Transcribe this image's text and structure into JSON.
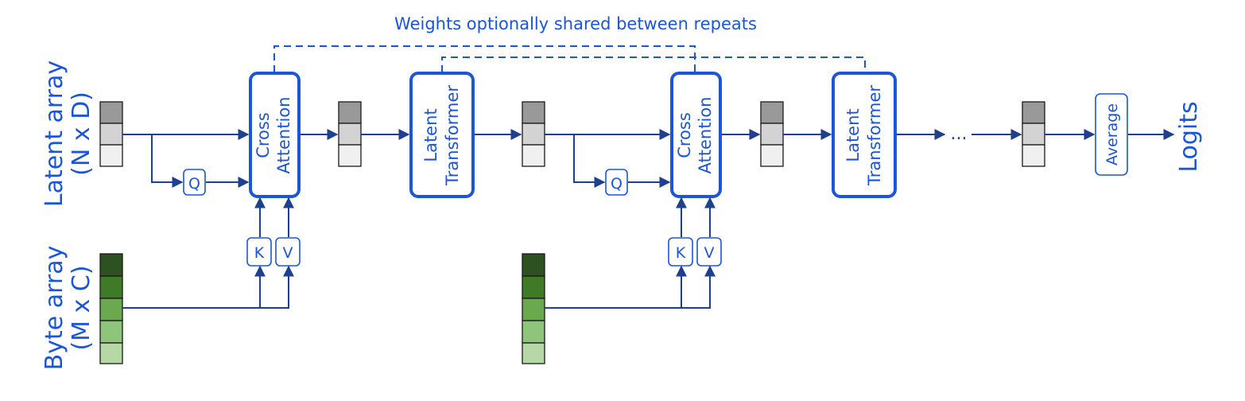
{
  "shared_weights_label": "Weights optionally shared between repeats",
  "latent_array_label": [
    "Latent array",
    "(N x D)"
  ],
  "byte_array_label": [
    "Byte array",
    "(M x C)"
  ],
  "cross_attention_label": [
    "Cross",
    "Attention"
  ],
  "latent_transformer_label": [
    "Latent",
    "Transformer"
  ],
  "q_label": "Q",
  "k_label": "K",
  "v_label": "V",
  "ellipsis": "...",
  "average_label": "Average",
  "logits_label": "Logits",
  "colors": {
    "accent": "#1a56db",
    "arrow": "#1f3f8f",
    "latent_cells": [
      "#999999",
      "#d3d3d3",
      "#f0f0f0"
    ],
    "byte_cells": [
      "#2d5120",
      "#3f7a27",
      "#6aa94f",
      "#8fc47c",
      "#b6d8a6"
    ]
  }
}
